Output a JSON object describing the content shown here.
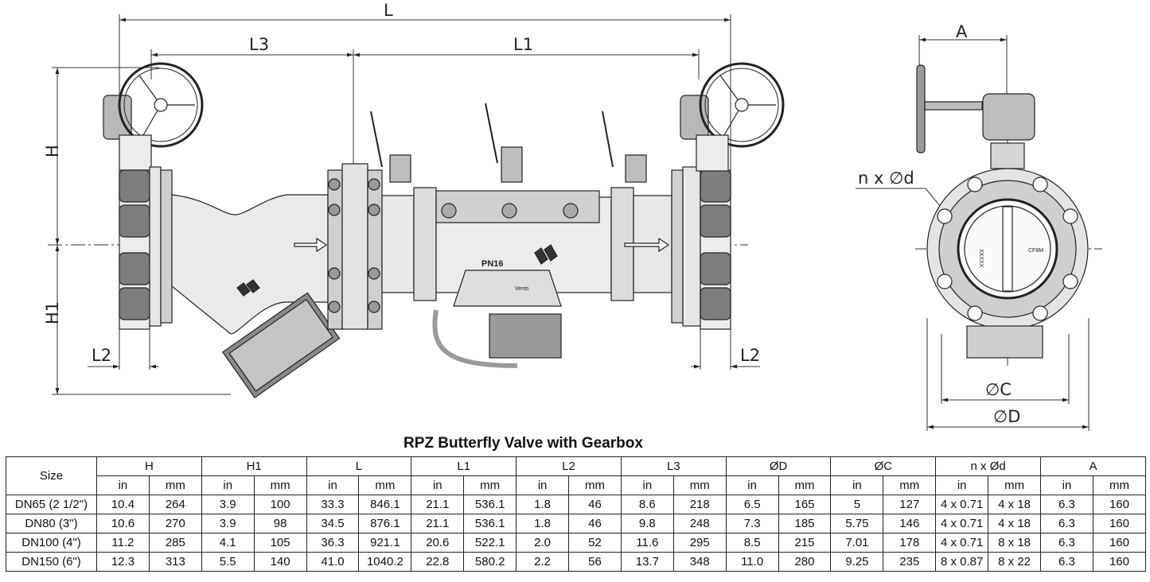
{
  "drawing": {
    "dim_labels": {
      "L": "L",
      "L1": "L1",
      "L3": "L3",
      "H": "H",
      "H1": "H1",
      "L2_left": "L2",
      "L2_right": "L2",
      "A": "A",
      "nxd": "n x ∅d",
      "C": "∅C",
      "D": "∅D"
    },
    "markings": {
      "pn": "PN16",
      "vents": "Vents",
      "material": "CF8M",
      "size_mark": "XXXXX"
    }
  },
  "table": {
    "title": "RPZ  Butterfly Valve with Gearbox",
    "size_header": "Size",
    "group_headers": [
      "H",
      "H1",
      "L",
      "L1",
      "L2",
      "L3",
      "ØD",
      "ØC",
      "n x Ød",
      "A"
    ],
    "unit_in": "in",
    "unit_mm": "mm",
    "rows": [
      {
        "size": "DN65 (2 1/2\")",
        "values": [
          "10.4",
          "264",
          "3.9",
          "100",
          "33.3",
          "846.1",
          "21.1",
          "536.1",
          "1.8",
          "46",
          "8.6",
          "218",
          "6.5",
          "165",
          "5",
          "127",
          "4 x 0.71",
          "4 x 18",
          "6.3",
          "160"
        ]
      },
      {
        "size": "DN80 (3\")",
        "values": [
          "10.6",
          "270",
          "3.9",
          "98",
          "34.5",
          "876.1",
          "21.1",
          "536.1",
          "1.8",
          "46",
          "9.8",
          "248",
          "7.3",
          "185",
          "5.75",
          "146",
          "4 x 0.71",
          "4 x 18",
          "6.3",
          "160"
        ]
      },
      {
        "size": "DN100 (4\")",
        "values": [
          "11.2",
          "285",
          "4.1",
          "105",
          "36.3",
          "921.1",
          "20.6",
          "522.1",
          "2.0",
          "52",
          "11.6",
          "295",
          "8.5",
          "215",
          "7.01",
          "178",
          "4 x 0.71",
          "8 x 18",
          "6.3",
          "160"
        ]
      },
      {
        "size": "DN150 (6\")",
        "values": [
          "12.3",
          "313",
          "5.5",
          "140",
          "41.0",
          "1040.2",
          "22.8",
          "580.2",
          "2.2",
          "56",
          "13.7",
          "348",
          "11.0",
          "280",
          "9.25",
          "235",
          "8 x 0.87",
          "8 x 22",
          "6.3",
          "160"
        ]
      }
    ]
  }
}
